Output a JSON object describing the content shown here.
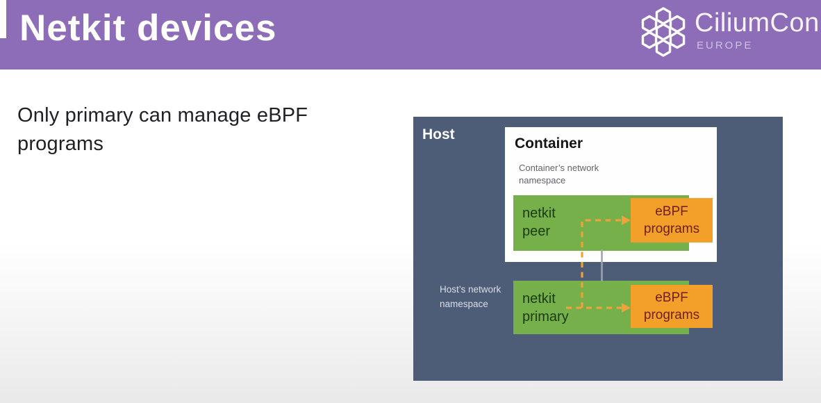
{
  "header": {
    "title": "Netkit devices",
    "logo": {
      "brand": "CiliumCon",
      "region": "EUROPE"
    }
  },
  "slide": {
    "heading": "Only primary can manage eBPF programs"
  },
  "diagram": {
    "host_label": "Host",
    "container": {
      "title": "Container",
      "namespace_note": "Container’s network namespace"
    },
    "host_namespace_note": "Host’s network namespace",
    "netkit_peer": {
      "lines": [
        "netkit",
        "peer"
      ]
    },
    "ebpf_top": {
      "lines": [
        "eBPF",
        "programs"
      ]
    },
    "netkit_primary": {
      "lines": [
        "netkit",
        "primary"
      ]
    },
    "ebpf_bottom": {
      "lines": [
        "eBPF",
        "programs"
      ]
    }
  },
  "colors": {
    "header_purple": "#8d6db8",
    "host_slate": "#4d5c77",
    "node_green": "#75b04b",
    "node_orange": "#f2a02a",
    "arrow_orange": "#eda33a",
    "link_gray": "#a0a4ab"
  }
}
